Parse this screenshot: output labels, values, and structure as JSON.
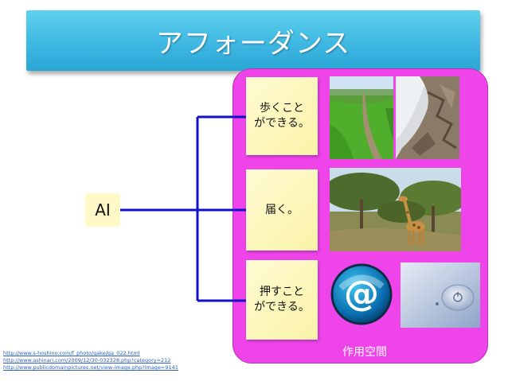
{
  "slide": {
    "title": "アフォーダンス",
    "ai_label": "AI",
    "affordances": [
      {
        "line1": "歩くこと",
        "line2": "ができる。"
      },
      {
        "line1": "届く。",
        "line2": ""
      },
      {
        "line1": "押すこと",
        "line2": "ができる。"
      }
    ],
    "action_space_label": "作用空間",
    "source_links": [
      "http://www.s-hoshino.com/f_photo/gake/ga_022.html",
      "http://www.ashinari.com/2009/12/30-032328.php?category=212",
      "http://www.publicdomainpictures.net/view-image.php?image=9141"
    ]
  },
  "colors": {
    "title_bg": "#3fb8e2",
    "action_space": "#ee44ea",
    "connector": "#1010c8",
    "note_bg": "#fbf2a8"
  },
  "images": [
    "grass-path-photo",
    "cliff-photo",
    "giraffe-photo",
    "at-sign-icon",
    "power-button-photo"
  ]
}
